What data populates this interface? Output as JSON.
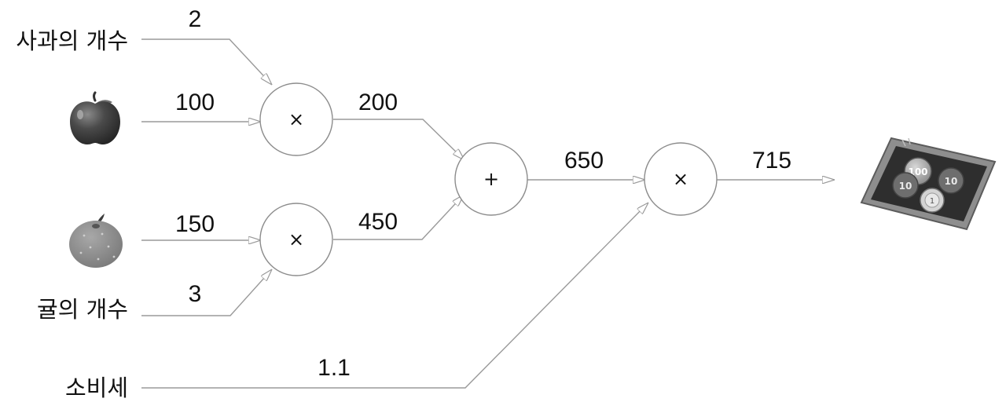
{
  "inputs": {
    "apple_count_label": "사과의 개수",
    "mandarin_count_label": "귤의 개수",
    "tax_label": "소비세"
  },
  "icons": {
    "apple": "apple-icon",
    "mandarin": "mandarin-icon",
    "coin_tray": "coin-tray-icon",
    "coins": [
      "100",
      "10",
      "10",
      "1"
    ]
  },
  "nodes": {
    "mul_apple": "×",
    "mul_mandarin": "×",
    "add": "+",
    "mul_tax": "×"
  },
  "edge_values": {
    "apple_count": "2",
    "apple_price": "100",
    "apple_total": "200",
    "mandarin_price": "150",
    "mandarin_count": "3",
    "mandarin_total": "450",
    "sum": "650",
    "tax": "1.1",
    "total": "715"
  },
  "colors": {
    "edge": "#9a9a9a",
    "node_border": "#8c8c8c",
    "text": "#111111"
  }
}
